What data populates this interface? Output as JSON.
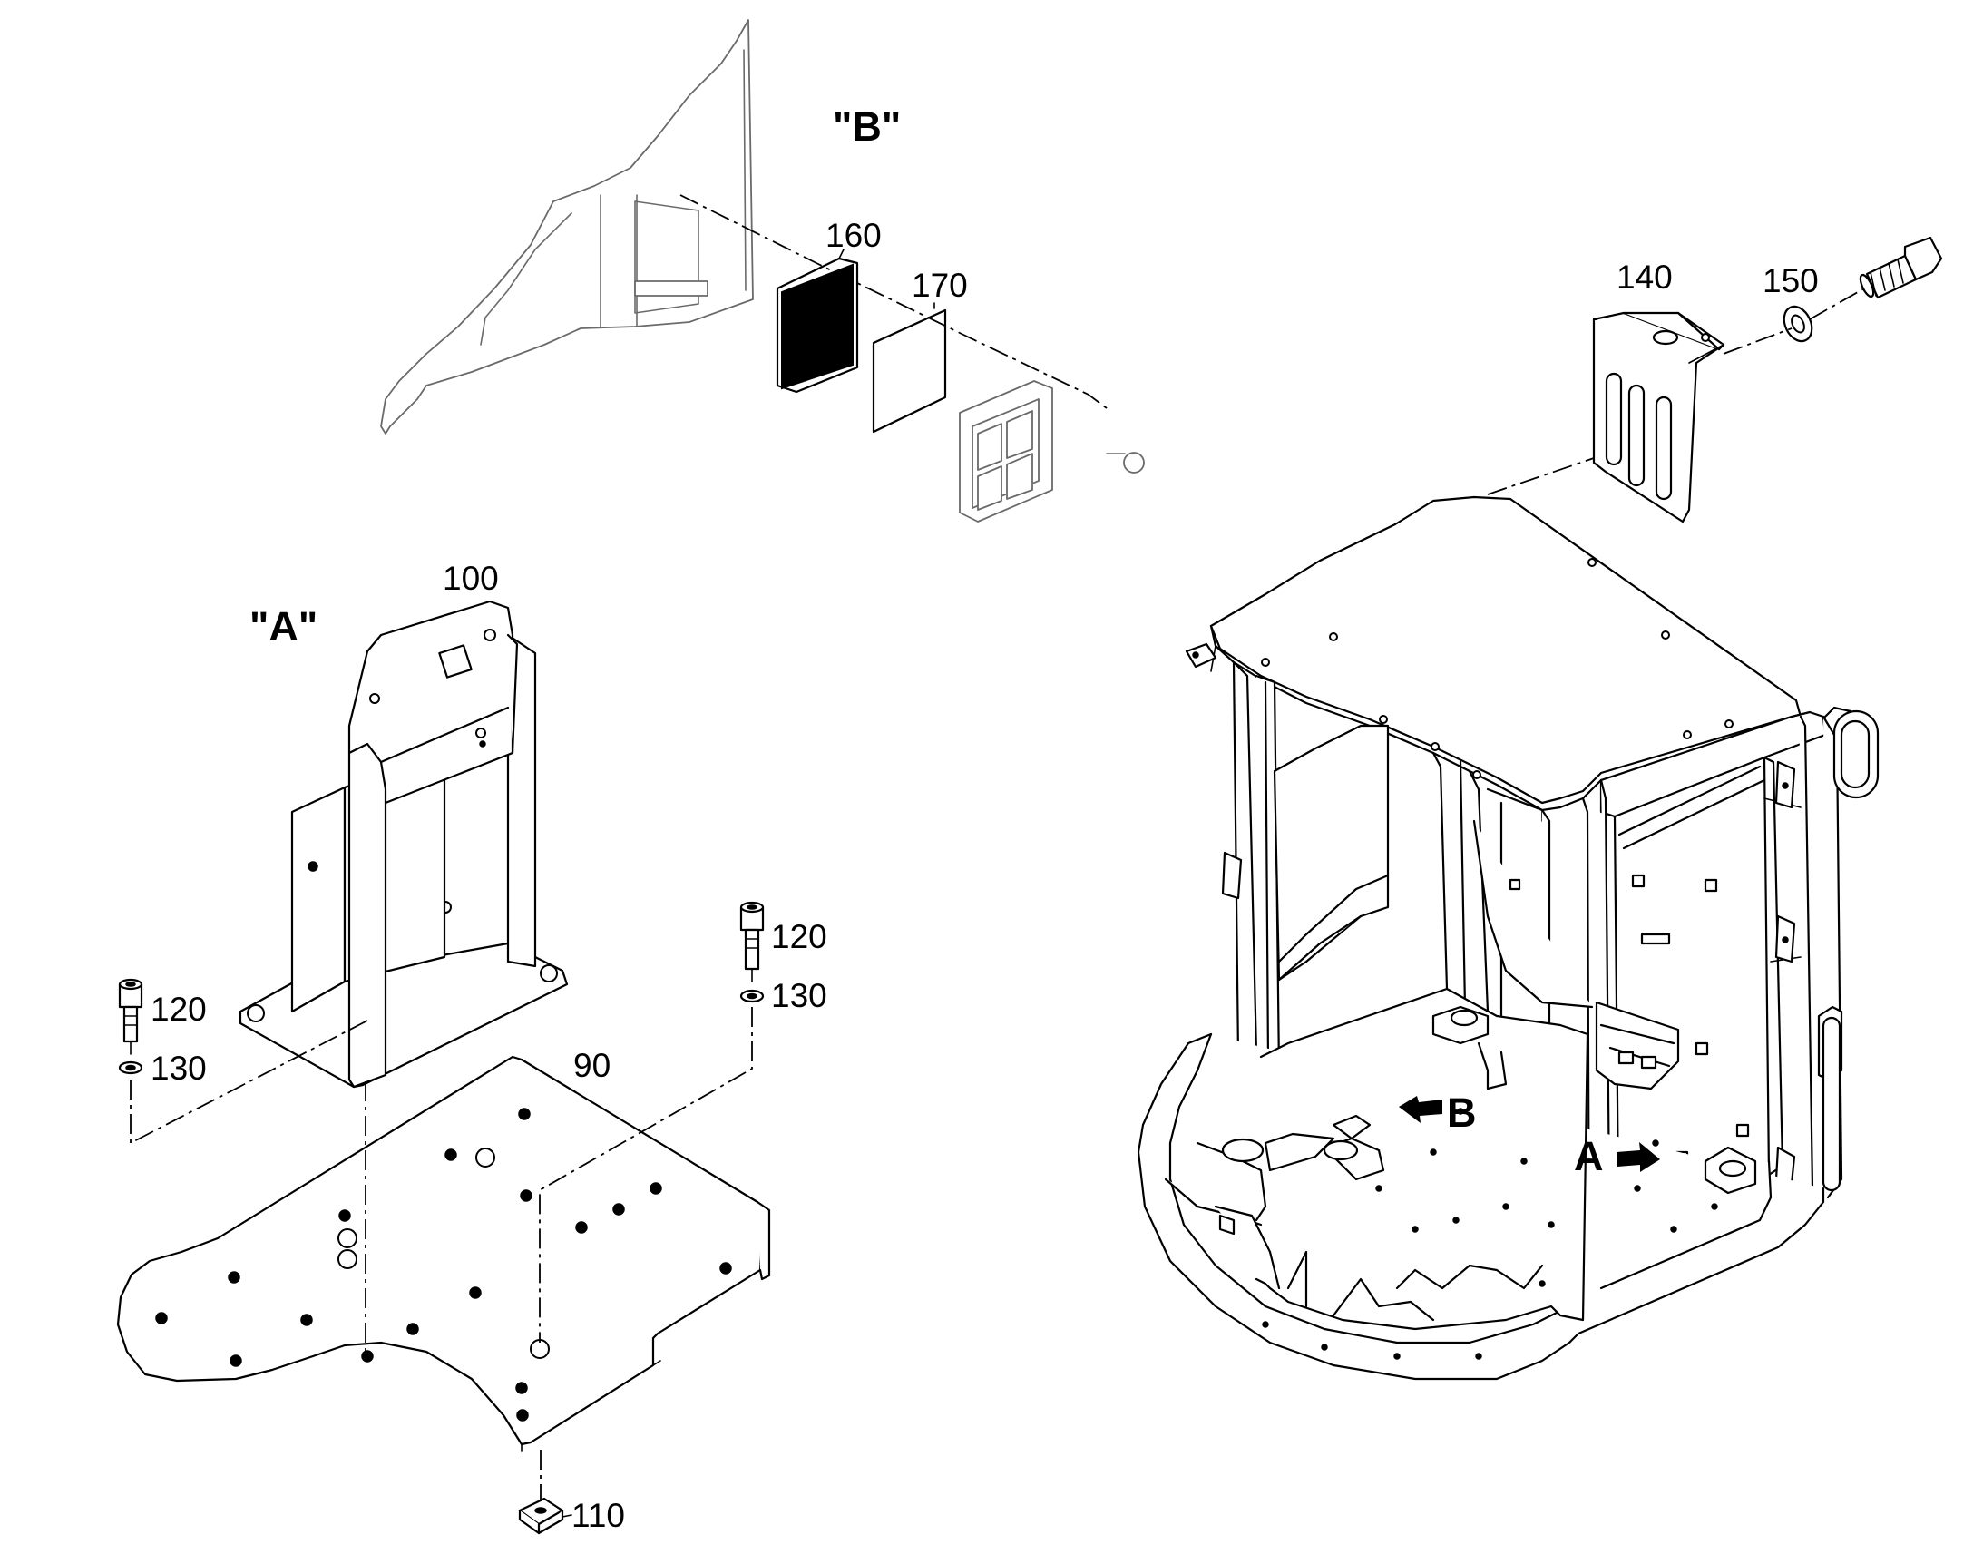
{
  "views": {
    "A": {
      "label": "\"A\""
    },
    "B": {
      "label": "\"B\""
    }
  },
  "callouts": {
    "p90": "90",
    "p100": "100",
    "p110": "110",
    "p120_left": "120",
    "p130_left": "130",
    "p120_right": "120",
    "p130_right": "130",
    "p140": "140",
    "p150": "150",
    "p160": "160",
    "p170": "170"
  },
  "view_markers": {
    "A": "A",
    "B": "B"
  }
}
